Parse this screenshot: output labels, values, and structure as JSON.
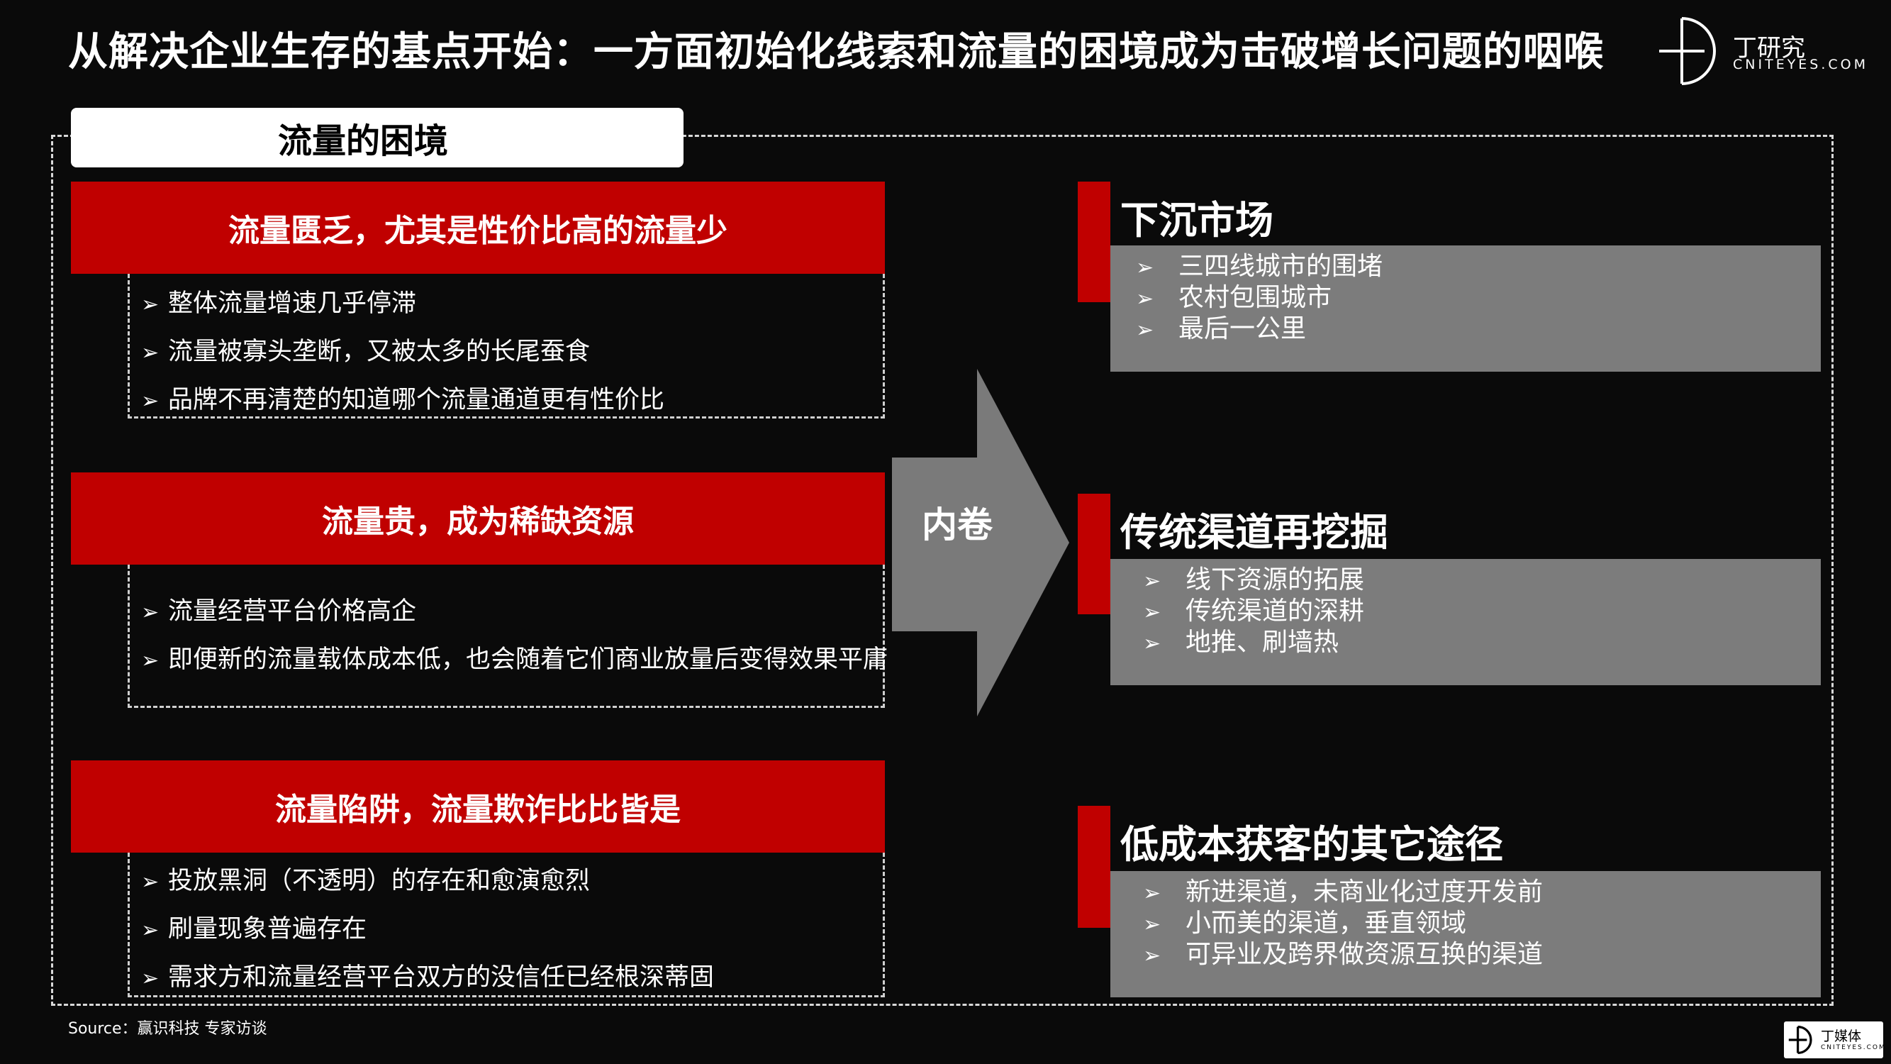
{
  "header": {
    "title": "从解决企业生存的基点开始：一方面初始化线索和流量的困境成为击破增长问题的咽喉"
  },
  "brand": {
    "name": "丁研究",
    "sub": "CNITEYES.COM"
  },
  "section": {
    "label": "流量的困境"
  },
  "bullet_marker": "➢",
  "problems": [
    {
      "title": "流量匮乏，尤其是性价比高的流量少",
      "points": [
        "整体流量增速几乎停滞",
        "流量被寡头垄断，又被太多的长尾蚕食",
        "品牌不再清楚的知道哪个流量通道更有性价比"
      ]
    },
    {
      "title": "流量贵，成为稀缺资源",
      "points": [
        "流量经营平台价格高企",
        "即便新的流量载体成本低，也会随着它们商业放量后变得效果平庸"
      ]
    },
    {
      "title": "流量陷阱，流量欺诈比比皆是",
      "points": [
        "投放黑洞（不透明）的存在和愈演愈烈",
        "刷量现象普遍存在",
        "需求方和流量经营平台双方的没信任已经根深蒂固"
      ]
    }
  ],
  "arrow": {
    "label": "内卷"
  },
  "solutions": [
    {
      "title": "下沉市场",
      "points": [
        "三四线城市的围堵",
        "农村包围城市",
        "最后一公里"
      ]
    },
    {
      "title": "传统渠道再挖掘",
      "points": [
        "线下资源的拓展",
        "传统渠道的深耕",
        "地推、刷墙热"
      ]
    },
    {
      "title": "低成本获客的其它途径",
      "points": [
        "新进渠道，未商业化过度开发前",
        "小而美的渠道，垂直领域",
        "可异业及跨界做资源互换的渠道"
      ]
    }
  ],
  "footer": {
    "source": "Source：赢识科技   专家访谈",
    "badge_name": "丁媒体",
    "badge_sub": "CNITEYES.COM"
  },
  "colors": {
    "accent_red": "#c00000",
    "solution_box_gray": "#7c7c7c",
    "arrow_gray": "#7a7a7a",
    "background": "#0a0a0a"
  }
}
